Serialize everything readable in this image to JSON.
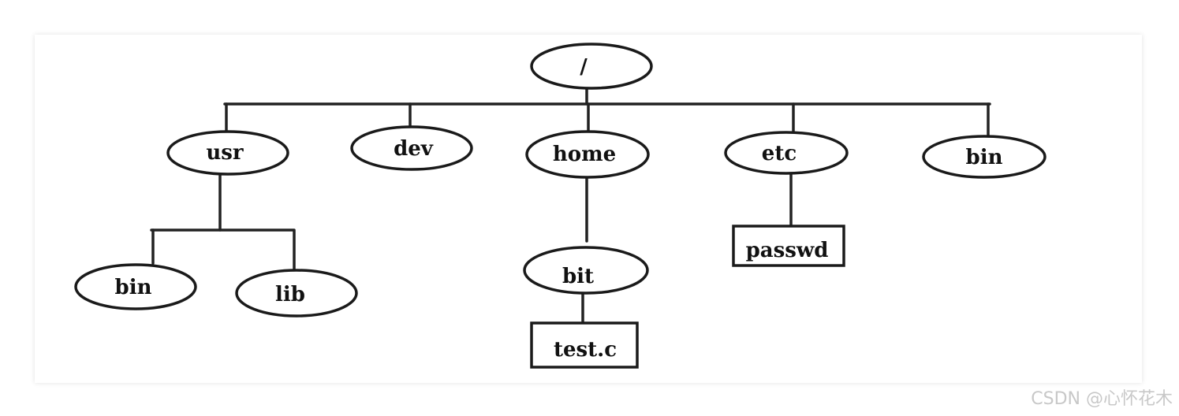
{
  "diagram": {
    "nodes": {
      "root": "/",
      "usr": "usr",
      "dev": "dev",
      "home": "home",
      "etc": "etc",
      "bin_top": "bin",
      "usr_bin": "bin",
      "usr_lib": "lib",
      "home_bit": "bit",
      "bit_test": "test.c",
      "etc_passwd": "passwd"
    }
  },
  "watermark": "CSDN @心怀花木"
}
